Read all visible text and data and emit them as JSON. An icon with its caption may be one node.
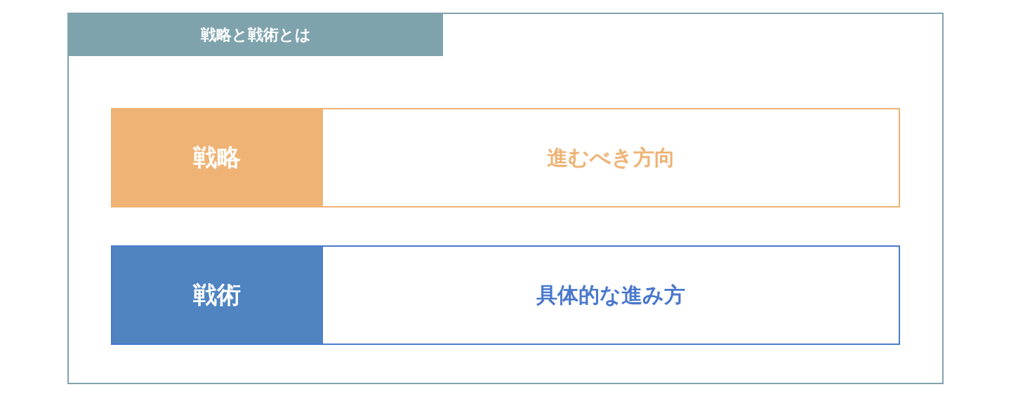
{
  "diagram": {
    "nodes": [
      {
        "text": [
          "戦略と戦術とは"
        ]
      },
      {
        "text": [
          "戦略"
        ],
        "in": 0
      },
      {
        "text": [
          "進むべき方向"
        ],
        "in": 0
      },
      {
        "text": [
          "戦術"
        ],
        "in": 0
      },
      {
        "text": [
          "具体的な進み方"
        ],
        "in": 0
      }
    ]
  }
}
